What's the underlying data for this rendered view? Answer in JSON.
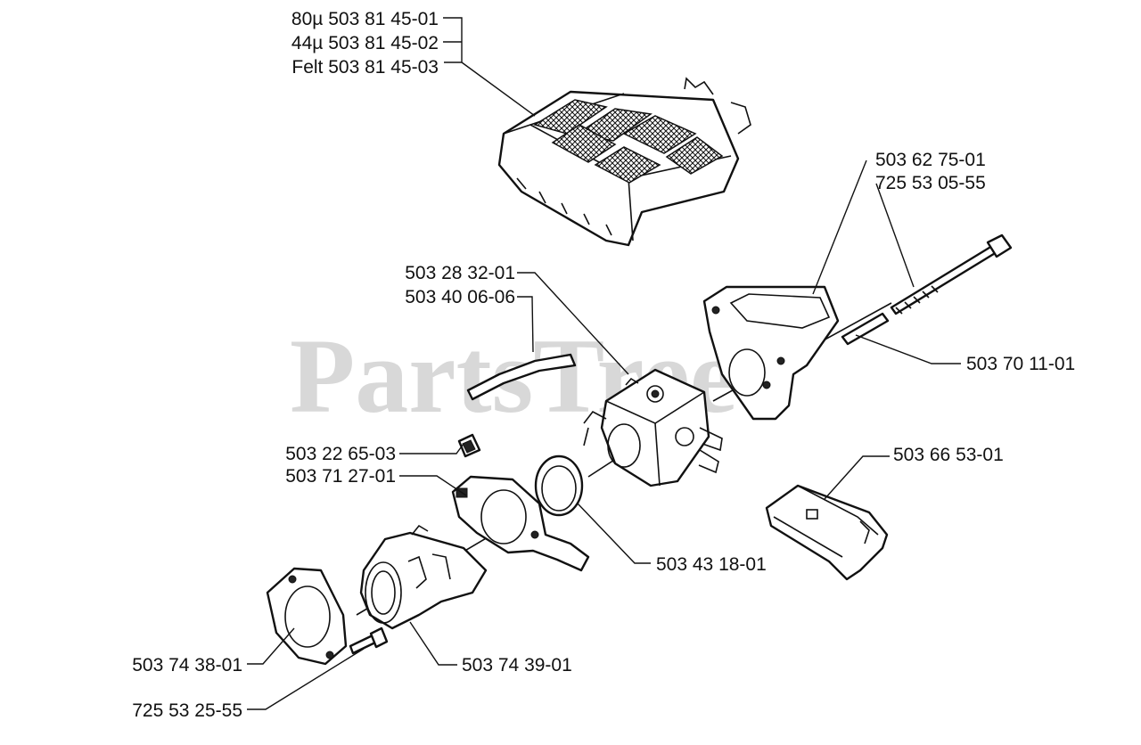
{
  "watermark": "PartsTree",
  "colors": {
    "ink": "#111111",
    "watermark": "#d2d2d2",
    "background": "#ffffff"
  },
  "labels": {
    "filter_80": "80µ 503 81 45-01",
    "filter_44": "44µ 503 81 45-02",
    "filter_felt": "Felt 503 81 45-03",
    "gasket_holder": "503 62 75-01",
    "long_screw": "725 53 05-55",
    "impulse_hose": "503 28 32-01",
    "fuel_hose": "503 40 06-06",
    "spacer_pin": "503 70 11-01",
    "small_plate": "503 22 65-03",
    "carb_gasket": "503 71 27-01",
    "choke_rod": "503 66 53-01",
    "carb_ring": "503 43 18-01",
    "flange_plate": "503 74 38-01",
    "intake_boot": "503 74 39-01",
    "small_screw": "725 53 25-55"
  }
}
